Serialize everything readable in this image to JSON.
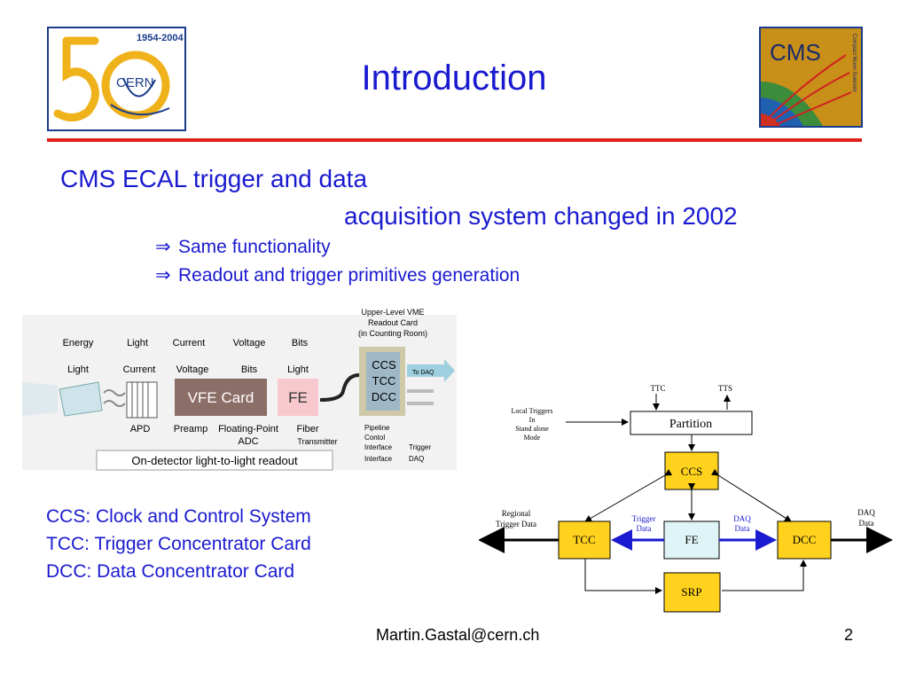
{
  "slide": {
    "title": "Introduction",
    "heading_line1": "CMS ECAL trigger and data",
    "heading_line2": "acquisition system changed in 2002",
    "bullets": [
      {
        "arrow": "⇒",
        "text": "Same functionality"
      },
      {
        "arrow": "⇒",
        "text": "Readout and trigger primitives generation"
      }
    ],
    "legend": [
      "CCS: Clock and Control System",
      "TCC: Trigger Concentrator Card",
      "DCC: Data Concentrator Card"
    ],
    "footer_email": "Martin.Gastal@cern.ch",
    "page_number": "2",
    "accent_color": "#1a1ad0",
    "rule_color": "#e0201c"
  },
  "logos": {
    "cern": {
      "years": "1954-2004",
      "label": "CERN",
      "digit": "50"
    },
    "cms": {
      "label": "CMS",
      "side_text": "Compact Muon Solenoid"
    }
  },
  "readout_chain": {
    "top_row": [
      "Energy",
      "Light",
      "Current",
      "Voltage",
      "Bits"
    ],
    "second_row": [
      "Light",
      "Current",
      "Voltage",
      "Bits",
      "Light"
    ],
    "vfe_label": "VFE Card",
    "fe_label": "FE",
    "upper_vme": [
      "Upper-Level VME",
      "Readout Card",
      "(in Counting Room)"
    ],
    "vme_cards": [
      "CCS",
      "TCC",
      "DCC"
    ],
    "to_daq": "To DAQ",
    "bottom_labels": {
      "apd": "APD",
      "preamp": "Preamp",
      "floating_point": "Floating-Point",
      "adc": "ADC",
      "fiber": "Fiber",
      "transmitter": "Transmitter"
    },
    "pipeline": [
      "Pipeline",
      "Contol",
      "Interface",
      "Interface"
    ],
    "trigger_daq": [
      "Trigger",
      "DAQ"
    ],
    "on_detector": "On-detector light-to-light  readout"
  },
  "block_diagram": {
    "ttc": "TTC",
    "tts": "TTS",
    "local_triggers": [
      "Local Triggers",
      "In",
      "Stand alone",
      "Mode"
    ],
    "partition": "Partition",
    "ccs": "CCS",
    "tcc": "TCC",
    "fe": "FE",
    "dcc": "DCC",
    "srp": "SRP",
    "regional": [
      "Regional",
      "Trigger Data"
    ],
    "trigger_data": [
      "Trigger",
      "Data"
    ],
    "daq_data": [
      "DAQ",
      "Data"
    ],
    "daq_out": [
      "DAQ",
      "Data"
    ],
    "box_color": "#ffd21e",
    "fe_color": "#dff4f6",
    "arrow_blue": "#1a1ad0"
  }
}
